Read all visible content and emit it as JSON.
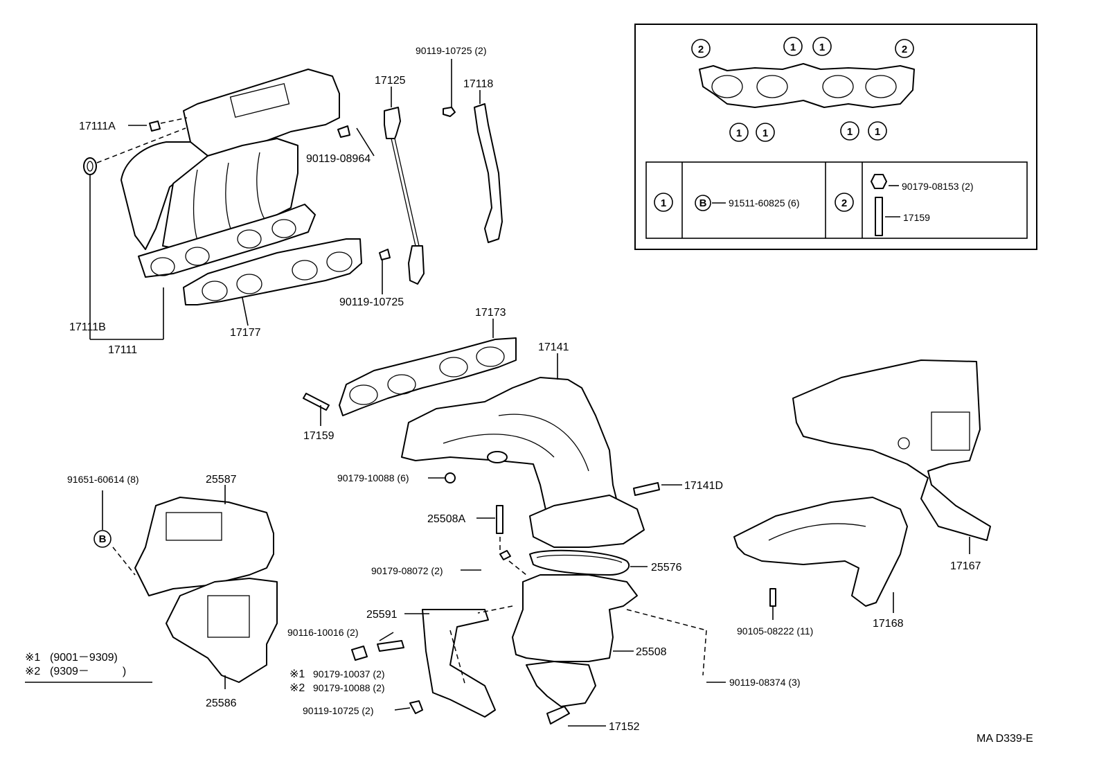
{
  "labels": {
    "p17111A": "17111A",
    "p17111B": "17111B",
    "p17111": "17111",
    "p17177": "17177",
    "p17125": "17125",
    "p17118": "17118",
    "p90119_10725_2_top": "90119-10725 (2)",
    "p90119_08964": "90119-08964",
    "p90119_10725": "90119-10725",
    "p17173": "17173",
    "p17141": "17141",
    "p17159": "17159",
    "p90179_10088_6": "90179-10088 (6)",
    "p17141D": "17141D",
    "p25508A": "25508A",
    "p90179_08072_2": "90179-08072 (2)",
    "p25576": "25576",
    "p25591": "25591",
    "p90116_10016_2": "90116-10016 (2)",
    "p25508": "25508",
    "p90179_10037_2": "90179-10037 (2)",
    "p90179_10088_2": "90179-10088 (2)",
    "p90119_10725_2_bot": "90119-10725 (2)",
    "p17152": "17152",
    "p90119_08374_3": "90119-08374 (3)",
    "p90105_08222_11": "90105-08222 (11)",
    "p17168": "17168",
    "p17167": "17167",
    "p91651_60614_8": "91651-60614 (8)",
    "p25587": "25587",
    "p25586": "25586",
    "legend_star1_prefix": "※1",
    "legend_star1_range": "(9001－9309)",
    "legend_star2_prefix": "※2",
    "legend_star2_range": "(9309－　　　)",
    "star1_mark": "※1",
    "star2_mark": "※2",
    "circle_b": "B",
    "inset_circle_1": "1",
    "inset_circle_2": "2",
    "inset_part_b": "91511-60825 (6)",
    "inset_part_nut": "90179-08153 (2)",
    "inset_part_stud": "17159",
    "diagram_code": "MA D339-E"
  }
}
